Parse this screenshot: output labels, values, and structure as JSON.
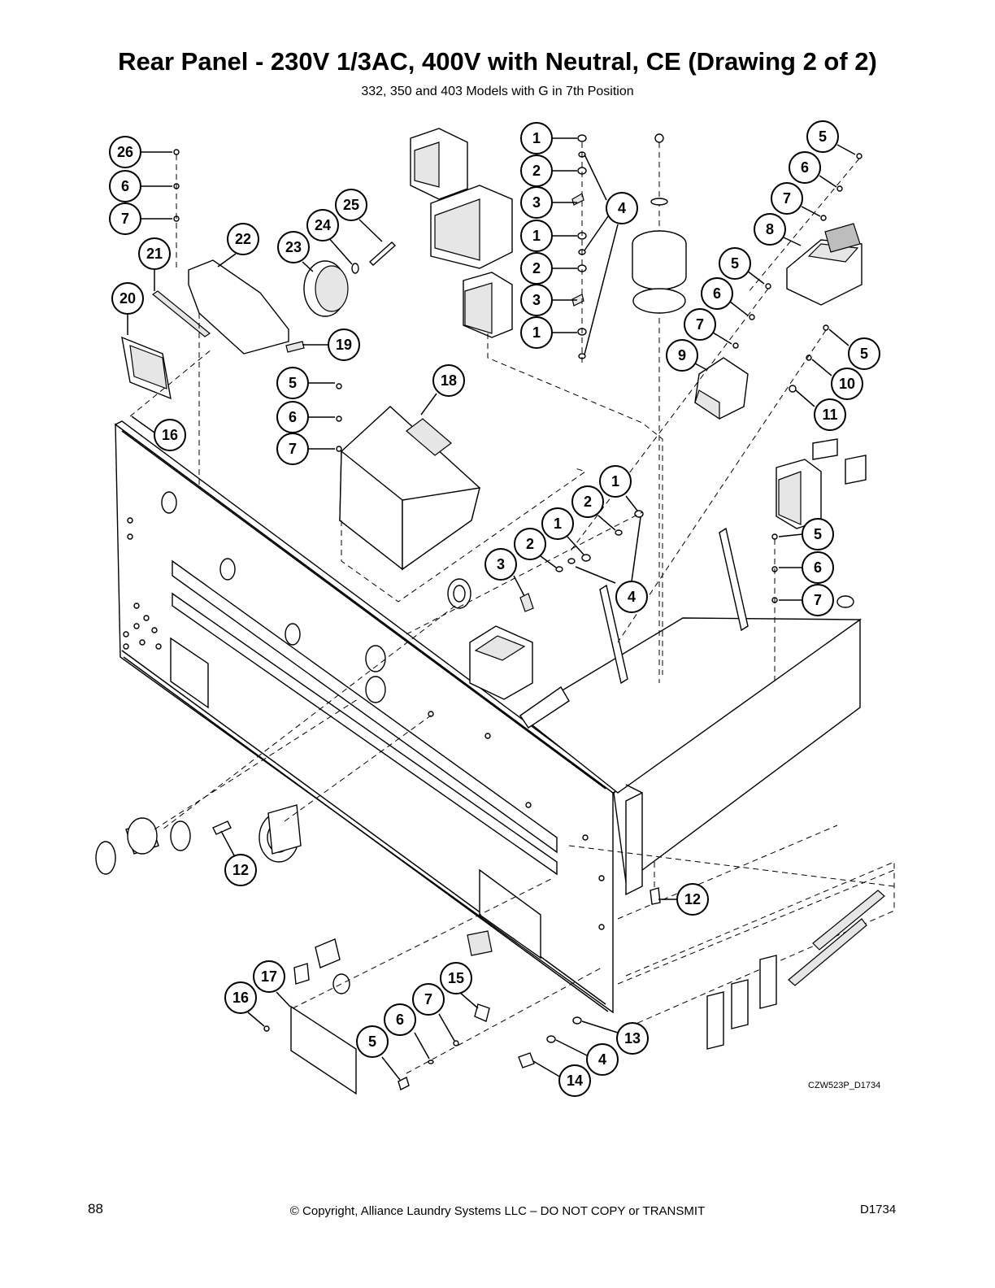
{
  "header": {
    "title": "Rear Panel - 230V 1/3AC, 400V with Neutral, CE (Drawing 2 of 2)",
    "subtitle": "332, 350 and 403 Models with G in 7th Position"
  },
  "drawing": {
    "code": "CZW523P_D1734",
    "callouts": [
      "26",
      "6",
      "7",
      "22",
      "21",
      "20",
      "23",
      "24",
      "25",
      "19",
      "16",
      "5",
      "6",
      "7",
      "18",
      "1",
      "2",
      "3",
      "1",
      "2",
      "3",
      "1",
      "4",
      "5",
      "6",
      "7",
      "8",
      "5",
      "6",
      "7",
      "9",
      "5",
      "10",
      "11",
      "1",
      "2",
      "1",
      "2",
      "3",
      "4",
      "5",
      "6",
      "7",
      "12",
      "12",
      "16",
      "17",
      "5",
      "6",
      "7",
      "15",
      "13",
      "4",
      "14"
    ]
  },
  "footer": {
    "page_number": "88",
    "copyright": "© Copyright, Alliance Laundry Systems LLC – DO NOT COPY or TRANSMIT",
    "document_id": "D1734"
  }
}
